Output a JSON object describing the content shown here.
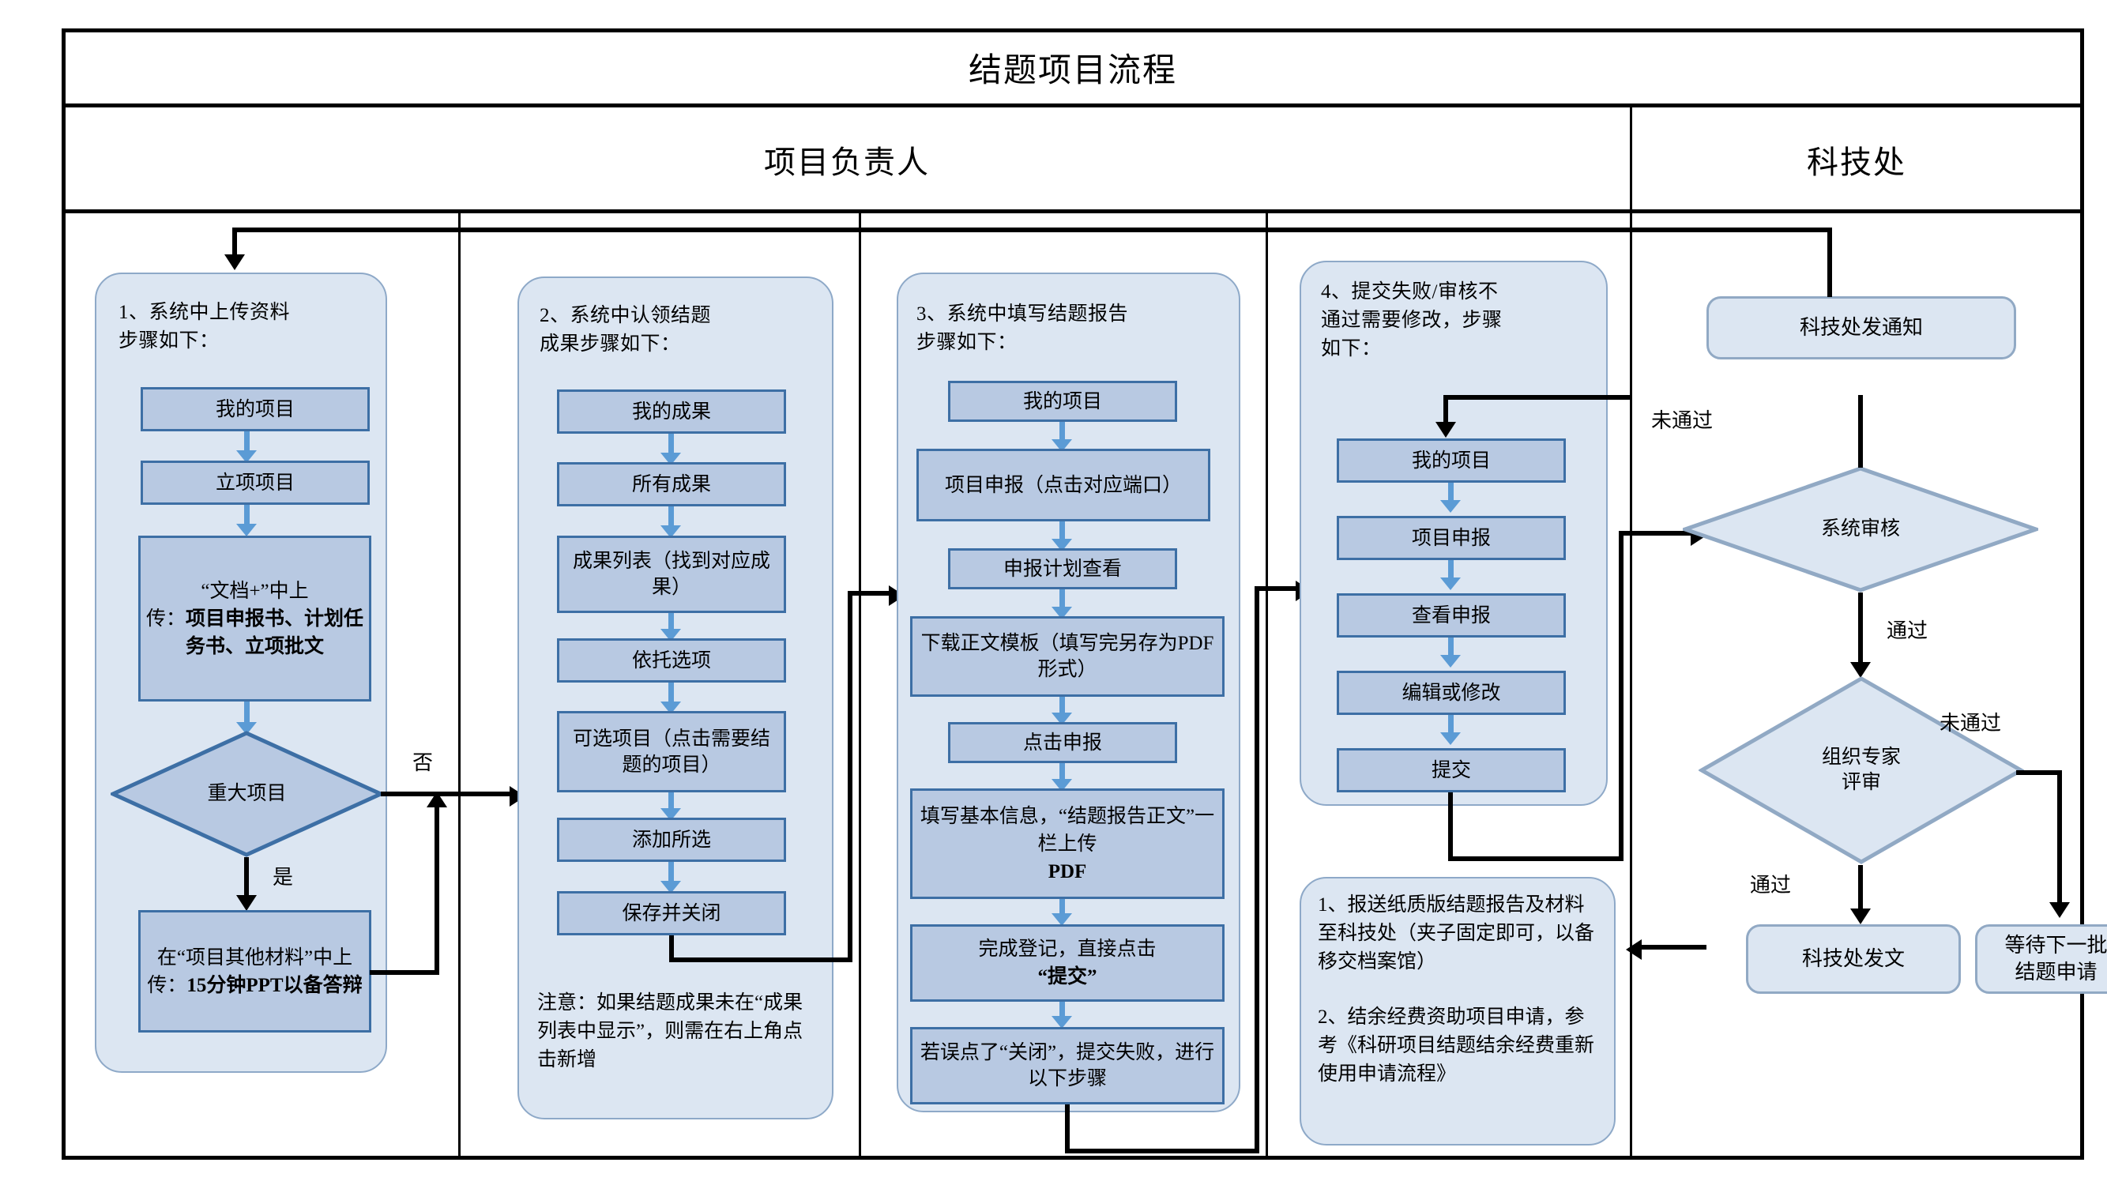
{
  "diagram": {
    "title": "结题项目流程",
    "lanes": [
      {
        "name": "项目负责人"
      },
      {
        "name": "科技处"
      }
    ]
  },
  "chart_data": {
    "type": "diagram",
    "title": "结题项目流程",
    "lanes": [
      "项目负责人",
      "科技处"
    ]
  },
  "groups": {
    "g1": {
      "caption_l1": "1、系统中上传资料",
      "caption_l2": "步骤如下：",
      "steps": [
        {
          "label": "我的项目"
        },
        {
          "label": "立项项目"
        },
        {
          "label_plain": "“文档+”中上",
          "label_plain2": "传：",
          "label_bold": "项目申报书、计划任务书、立项批文"
        },
        {
          "label": "重大项目",
          "shape": "diamond"
        },
        {
          "label_plain": "在“项目其他材料”中上传：",
          "label_bold": "15分钟PPT以备答辩"
        }
      ],
      "edge_no": "否",
      "edge_yes": "是"
    },
    "g2": {
      "caption_l1": "2、系统中认领结题",
      "caption_l2": "成果步骤如下：",
      "steps": [
        {
          "label": "我的成果"
        },
        {
          "label": "所有成果"
        },
        {
          "label": "成果列表（找到对应成果）"
        },
        {
          "label": "依托选项"
        },
        {
          "label": "可选项目（点击需要结题的项目）"
        },
        {
          "label": "添加所选"
        },
        {
          "label": "保存并关闭"
        }
      ],
      "note": "注意：如果结题成果未在“成果列表中显示”，则需在右上角点击新增"
    },
    "g3": {
      "caption_l1": "3、系统中填写结题报告",
      "caption_l2": "步骤如下：",
      "steps": [
        {
          "label": "我的项目"
        },
        {
          "label": "项目申报（点击对应端口）"
        },
        {
          "label": "申报计划查看"
        },
        {
          "label": "下载正文模板（填写完另存为PDF形式）"
        },
        {
          "label": "点击申报"
        },
        {
          "label_plain": "填写基本信息，“结题报告正文”一栏上传",
          "label_bold": "PDF"
        },
        {
          "label_plain": "完成登记，直接点击",
          "label_bold": "“提交”"
        },
        {
          "label": "若误点了“关闭”，提交失败，进行以下步骤"
        }
      ]
    },
    "g4": {
      "caption_l1": "4、提交失败/审核不",
      "caption_l2": "通过需要修改，步骤",
      "caption_l3": "如下：",
      "steps": [
        {
          "label": "我的项目"
        },
        {
          "label": "项目申报"
        },
        {
          "label": "查看申报"
        },
        {
          "label": "编辑或修改"
        },
        {
          "label": "提交"
        }
      ]
    },
    "g5": {
      "note1": "1、报送纸质版结题报告及材料至科技处（夹子固定即可，以备移交档案馆）",
      "note2": "2、结余经费资助项目申请，参考《科研项目结题结余经费重新使用申请流程》"
    }
  },
  "office": {
    "notice_box": "科技处发通知",
    "decision_system": "系统审核",
    "decision_expert_l1": "组织专家",
    "decision_expert_l2": "评审",
    "result_publish": "科技处发文",
    "result_wait_l1": "等待下一批",
    "result_wait_l2": "结题申请",
    "edge_fail_top": "未通过",
    "edge_pass_1": "通过",
    "edge_fail_2": "未通过",
    "edge_pass_2": "通过"
  },
  "colors": {
    "group_fill": "#dce6f2",
    "group_border": "#8ea9c8",
    "box_fill": "#b8c9e2",
    "box_border": "#3d6fa5",
    "arrow_blue": "#5b9bd5",
    "connector_black": "#000000"
  }
}
